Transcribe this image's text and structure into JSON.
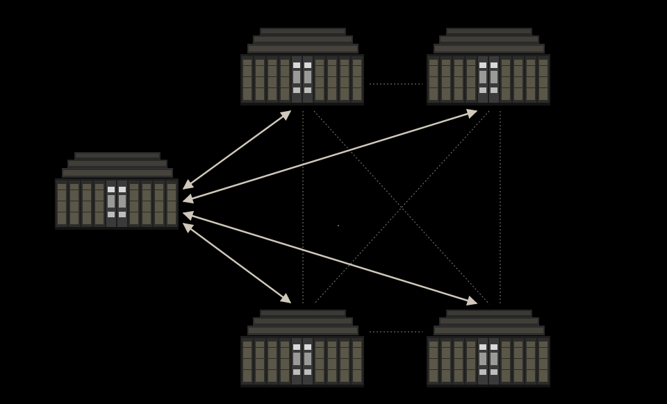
{
  "diagram": {
    "nodes": [
      {
        "id": "left-cluster",
        "kind": "server-cluster"
      },
      {
        "id": "top-center-cluster",
        "kind": "server-cluster"
      },
      {
        "id": "top-right-cluster",
        "kind": "server-cluster"
      },
      {
        "id": "bottom-center-cluster",
        "kind": "server-cluster"
      },
      {
        "id": "bottom-right-cluster",
        "kind": "server-cluster"
      }
    ],
    "solid_links": [
      {
        "from": "left-cluster",
        "to": "top-center-cluster",
        "style": "bidirectional-arrow"
      },
      {
        "from": "left-cluster",
        "to": "top-right-cluster",
        "style": "bidirectional-arrow"
      },
      {
        "from": "left-cluster",
        "to": "bottom-center-cluster",
        "style": "bidirectional-arrow"
      },
      {
        "from": "left-cluster",
        "to": "bottom-right-cluster",
        "style": "bidirectional-arrow"
      }
    ],
    "dotted_links": [
      {
        "from": "top-center-cluster",
        "to": "top-right-cluster"
      },
      {
        "from": "bottom-center-cluster",
        "to": "bottom-right-cluster"
      },
      {
        "from": "top-center-cluster",
        "to": "bottom-center-cluster"
      },
      {
        "from": "top-right-cluster",
        "to": "bottom-right-cluster"
      },
      {
        "from": "top-center-cluster",
        "to": "bottom-right-cluster"
      },
      {
        "from": "top-right-cluster",
        "to": "bottom-center-cluster"
      }
    ],
    "colors": {
      "background": "#000000",
      "arrow": "#cfc8bb",
      "dotted_line": "#8a8680",
      "rack_body": "#2b2b2b",
      "rack_panel": "#3a3934",
      "rack_highlight": "#d9d9d9",
      "module": "#5a5648"
    }
  }
}
